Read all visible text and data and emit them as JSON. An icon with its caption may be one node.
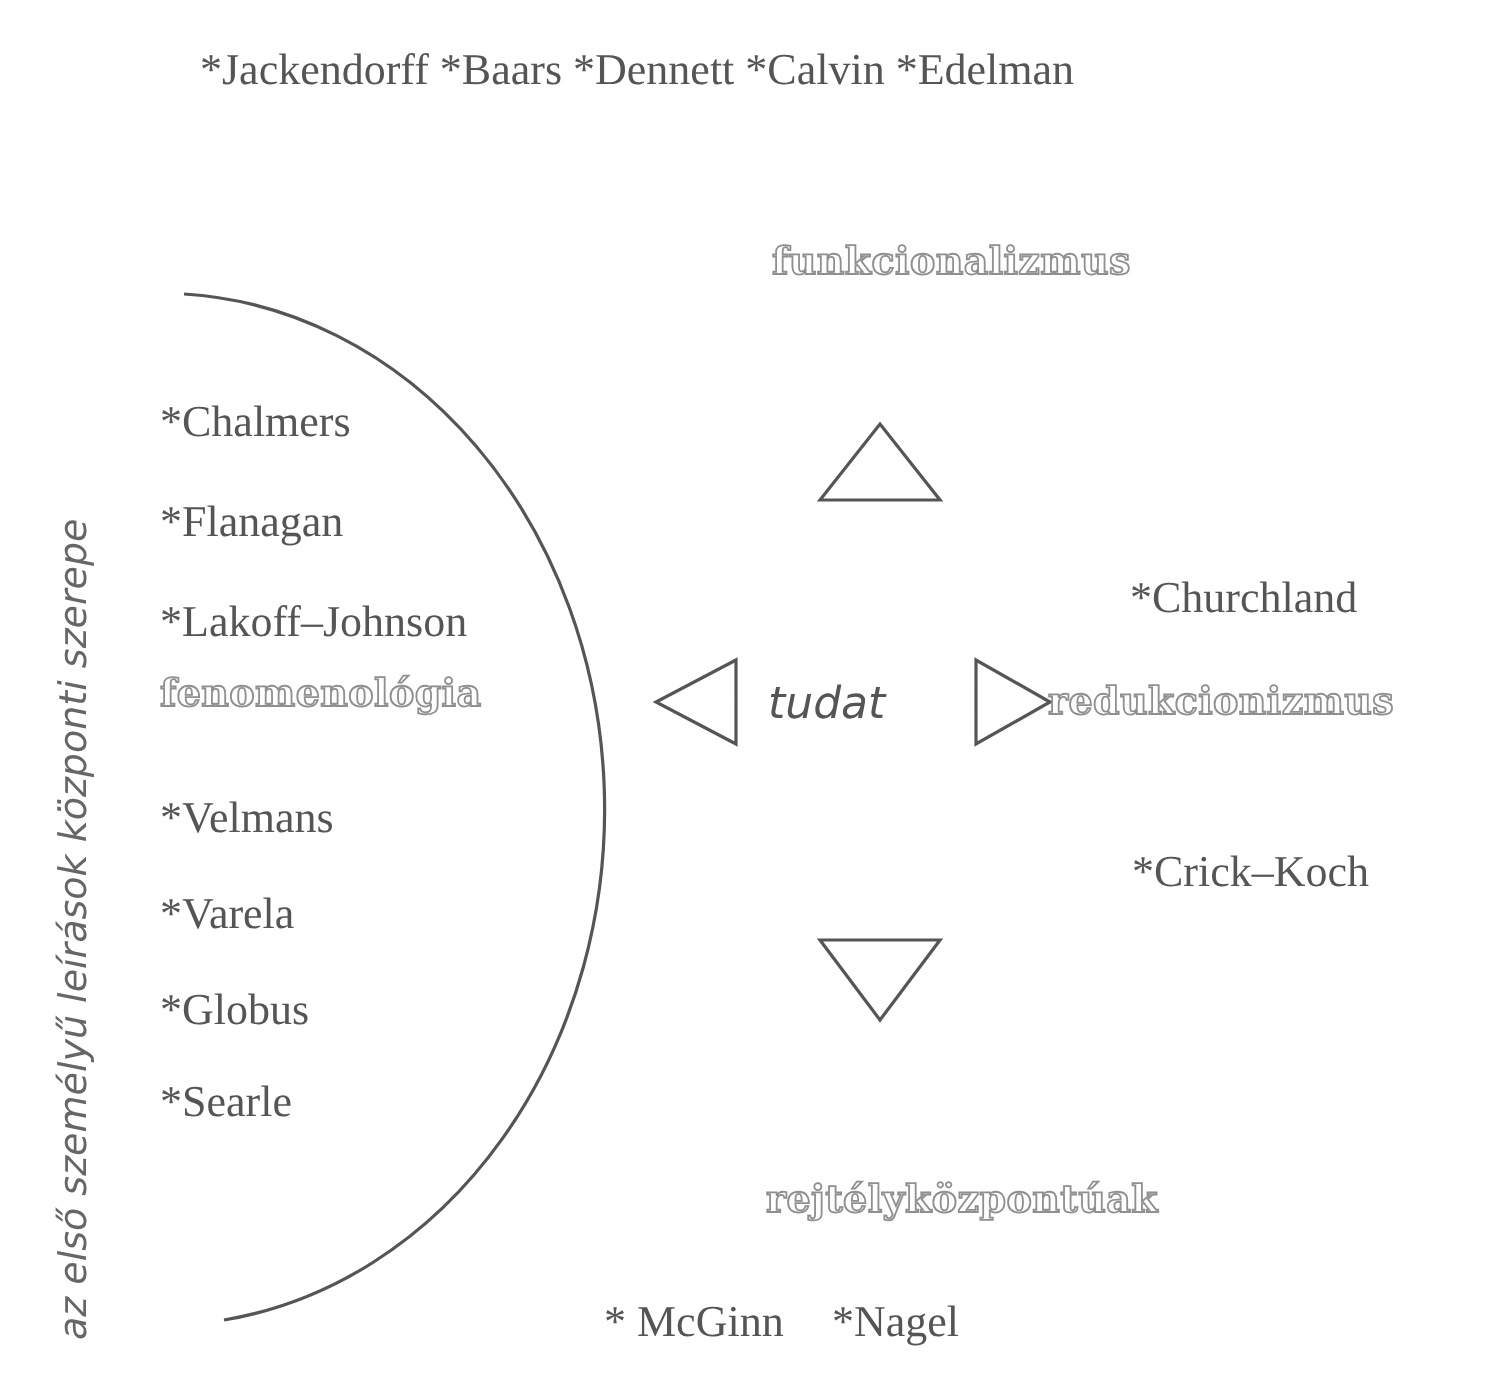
{
  "diagram": {
    "labels": [
      "*Jackendorff *Baars *Dennett *Calvin *Edelman",
      "az első személyű leírások központi szerepe",
      "funkcionalizmus",
      "*Chalmers",
      "*Flanagan",
      "*Lakoff–Johnson",
      "*Churchland",
      "fenomenológia",
      "tudat",
      "redukcionizmus",
      "*Velmans",
      "*Crick–Koch",
      "*Varela",
      "*Globus",
      "*Searle",
      "rejtélyközpontúak",
      "* McGinn",
      "*Nagel"
    ]
  }
}
